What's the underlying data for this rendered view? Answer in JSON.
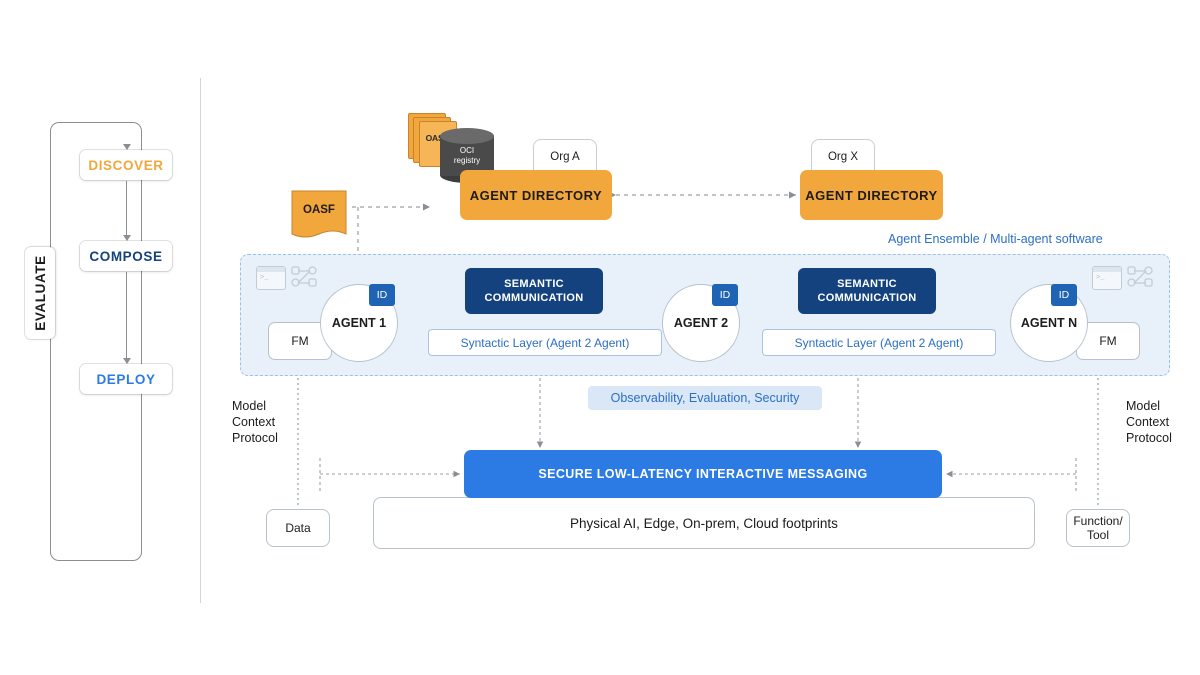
{
  "lifecycle": {
    "stages": [
      {
        "label": "DISCOVER",
        "color": "#F2A73D"
      },
      {
        "label": "COMPOSE",
        "color": "#14427F"
      },
      {
        "label": "DEPLOY",
        "color": "#2C7BE5"
      }
    ],
    "loop_label": "EVALUATE"
  },
  "registry": {
    "oasf_note_label": "OASF",
    "books_label": "OASF",
    "oci_label_line1": "OCI",
    "oci_label_line2": "registry"
  },
  "directories": [
    {
      "org_tab": "Org A",
      "title": "AGENT DIRECTORY"
    },
    {
      "org_tab": "Org X",
      "title": "AGENT DIRECTORY"
    }
  ],
  "ensemble": {
    "header": "Agent Ensemble / Multi-agent software",
    "agents": [
      {
        "name": "AGENT 1",
        "id_badge": "ID",
        "fm": "FM"
      },
      {
        "name": "AGENT 2",
        "id_badge": "ID"
      },
      {
        "name": "AGENT N",
        "id_badge": "ID",
        "fm": "FM"
      }
    ],
    "semantic_boxes": [
      {
        "line1": "SEMANTIC",
        "line2": "COMMUNICATION"
      },
      {
        "line1": "SEMANTIC",
        "line2": "COMMUNICATION"
      }
    ],
    "syntactic_layers": [
      "Syntactic Layer (Agent 2 Agent)",
      "Syntactic Layer (Agent 2 Agent)"
    ],
    "observability": "Observability, Evaluation, Security"
  },
  "protocols": {
    "left": "Model\nContext\nProtocol",
    "left_lines": [
      "Model",
      "Context",
      "Protocol"
    ],
    "right_lines": [
      "Model",
      "Context",
      "Protocol"
    ]
  },
  "infrastructure": {
    "messaging": "SECURE LOW-LATENCY INTERACTIVE MESSAGING",
    "footprints": "Physical AI, Edge, On-prem, Cloud footprints"
  },
  "endpoints": {
    "data": "Data",
    "function_tool_line1": "Function/",
    "function_tool_line2": "Tool"
  },
  "colors": {
    "orange": "#F2A73D",
    "navy": "#14427F",
    "blue": "#2C7BE5",
    "link_blue": "#2C6FC4",
    "panel_bg": "#E8F0FA"
  }
}
